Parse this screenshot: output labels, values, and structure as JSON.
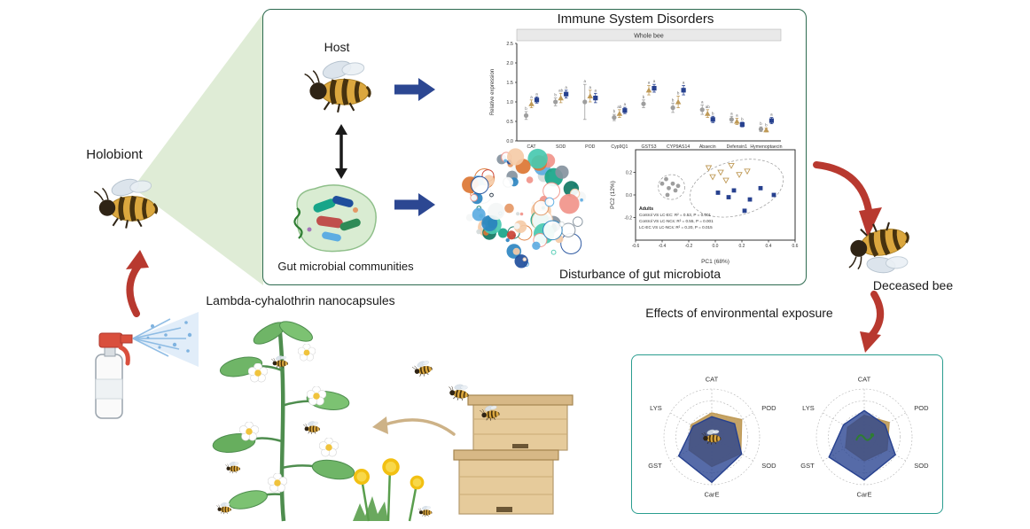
{
  "labels": {
    "holobiont": "Holobiont",
    "host": "Host",
    "gut": "Gut microbial communities",
    "immune_title": "Immune System Disorders",
    "disturbance": "Disturbance of gut microbiota",
    "deceased": "Deceased bee",
    "effects": "Effects of environmental exposure",
    "lambda": "Lambda-cyhalothrin nanocapsules"
  },
  "colors": {
    "panel_border_green": "#2d6a4f",
    "panel_border_teal": "#2a9d8f",
    "beam_green": "#dcead2",
    "arrow_blue": "#2c4792",
    "arrow_red": "#b8392f",
    "control_gray": "#9e9e9e",
    "lcec_tan": "#bf9a57",
    "lcnc_blue": "#27418f"
  },
  "network": {
    "palette": [
      "#1f4e9c",
      "#2e86c1",
      "#5dade2",
      "#48c9b0",
      "#17a589",
      "#117864",
      "#e59866",
      "#dc7633",
      "#cb4335",
      "#f1948a",
      "#f5cba7",
      "#d5dbdb",
      "#85929e",
      "#283747",
      "#f4f6f6"
    ]
  },
  "chart_data": [
    {
      "id": "immune_expression",
      "type": "scatter",
      "title": "Whole bee",
      "ylabel": "Relative expression",
      "ylim": [
        0,
        2.5
      ],
      "yticks": [
        0.0,
        0.5,
        1.0,
        1.5,
        2.0,
        2.5
      ],
      "categories": [
        "CAT",
        "SOD",
        "POD",
        "Cyp9Q1",
        "GSTS3",
        "CYP9AS14",
        "Abaecin",
        "Defensin1",
        "Hymenoptaecin"
      ],
      "series": [
        {
          "name": "Control",
          "marker": "circle",
          "color": "#9e9e9e",
          "values": [
            0.65,
            1.0,
            1.0,
            0.6,
            0.95,
            0.85,
            0.8,
            0.55,
            0.3
          ],
          "errors": [
            0.1,
            0.1,
            0.45,
            0.08,
            0.1,
            0.12,
            0.12,
            0.08,
            0.06
          ]
        },
        {
          "name": "LC-EC",
          "marker": "triangle",
          "color": "#bf9a57",
          "values": [
            0.95,
            1.1,
            1.15,
            0.7,
            1.3,
            1.0,
            0.7,
            0.5,
            0.28
          ],
          "errors": [
            0.1,
            0.12,
            0.15,
            0.1,
            0.12,
            0.15,
            0.1,
            0.08,
            0.05
          ]
        },
        {
          "name": "LC-NCs",
          "marker": "square",
          "color": "#27418f",
          "values": [
            1.05,
            1.2,
            1.1,
            0.78,
            1.35,
            1.3,
            0.55,
            0.42,
            0.52
          ],
          "errors": [
            0.08,
            0.1,
            0.12,
            0.08,
            0.1,
            0.12,
            0.08,
            0.06,
            0.08
          ]
        }
      ],
      "letters": [
        [
          "b",
          "a",
          "a"
        ],
        [
          "b",
          "ab",
          "a"
        ],
        [
          "a",
          "a",
          "a"
        ],
        [
          "b",
          "ab",
          "a"
        ],
        [
          "b",
          "a",
          "a"
        ],
        [
          "b",
          "b",
          "a"
        ],
        [
          "a",
          "ab",
          "b"
        ],
        [
          "a",
          "a",
          "b"
        ],
        [
          "b",
          "b",
          "a"
        ]
      ]
    },
    {
      "id": "pca",
      "type": "scatter",
      "xlabel": "PC1 (68%)",
      "ylabel": "PC2 (12%)",
      "xlim": [
        -0.6,
        0.6
      ],
      "ylim": [
        -0.4,
        0.4
      ],
      "xticks": [
        -0.6,
        -0.4,
        -0.2,
        0.0,
        0.2,
        0.4,
        0.6
      ],
      "yticks": [
        -0.2,
        0.0,
        0.2
      ],
      "legend_title": "Adults",
      "stats": [
        "Control VS LC-EC: R² = 0.53, P = 0.001",
        "Control VS LC-NCs: R² = 0.55, P = 0.001",
        "LC-EC VS LC-NCs: R² = 0.20, P = 0.015"
      ],
      "series": [
        {
          "name": "Control",
          "marker": "circle",
          "color": "#9e9e9e",
          "open": false,
          "points": [
            [
              -0.4,
              0.1
            ],
            [
              -0.37,
              0.14
            ],
            [
              -0.35,
              0.06
            ],
            [
              -0.32,
              0.1
            ],
            [
              -0.3,
              0.04
            ],
            [
              -0.36,
              0.0
            ],
            [
              -0.28,
              0.08
            ]
          ]
        },
        {
          "name": "LC-EC",
          "marker": "triangle-down",
          "color": "#bf9a57",
          "open": true,
          "points": [
            [
              -0.05,
              0.24
            ],
            [
              0.04,
              0.2
            ],
            [
              0.12,
              0.26
            ],
            [
              0.18,
              0.18
            ],
            [
              0.08,
              0.13
            ],
            [
              0.24,
              0.21
            ],
            [
              -0.02,
              0.16
            ]
          ]
        },
        {
          "name": "LC-NCs",
          "marker": "square",
          "color": "#27418f",
          "open": false,
          "points": [
            [
              0.02,
              0.02
            ],
            [
              0.14,
              0.04
            ],
            [
              0.26,
              -0.04
            ],
            [
              0.34,
              0.06
            ],
            [
              0.44,
              0.0
            ],
            [
              0.22,
              -0.14
            ],
            [
              0.1,
              -0.02
            ]
          ]
        }
      ],
      "ellipses": [
        {
          "cx": -0.33,
          "cy": 0.07,
          "rx": 0.1,
          "ry": 0.11,
          "angle": 0
        },
        {
          "cx": 0.16,
          "cy": 0.06,
          "rx": 0.36,
          "ry": 0.24,
          "angle": -15
        }
      ]
    },
    {
      "id": "radar_left",
      "type": "radar",
      "axes": [
        "CAT",
        "POD",
        "SOD",
        "CarE",
        "GST",
        "LYS"
      ],
      "series": [
        {
          "name": "LC-EC",
          "color": "#bf9a57",
          "values": [
            0.5,
            0.72,
            0.7,
            0.62,
            0.55,
            0.5
          ]
        },
        {
          "name": "LC-NCs",
          "color": "#27418f",
          "values": [
            0.42,
            0.55,
            0.72,
            0.95,
            0.8,
            0.45
          ]
        }
      ]
    },
    {
      "id": "radar_right",
      "type": "radar",
      "axes": [
        "CAT",
        "POD",
        "SOD",
        "CarE",
        "GST",
        "LYS"
      ],
      "series": [
        {
          "name": "LC-EC",
          "color": "#bf9a57",
          "values": [
            0.45,
            0.6,
            0.55,
            0.5,
            0.45,
            0.4
          ]
        },
        {
          "name": "LC-NCs",
          "color": "#27418f",
          "values": [
            0.55,
            0.5,
            0.75,
            0.9,
            0.85,
            0.5
          ]
        }
      ]
    }
  ]
}
